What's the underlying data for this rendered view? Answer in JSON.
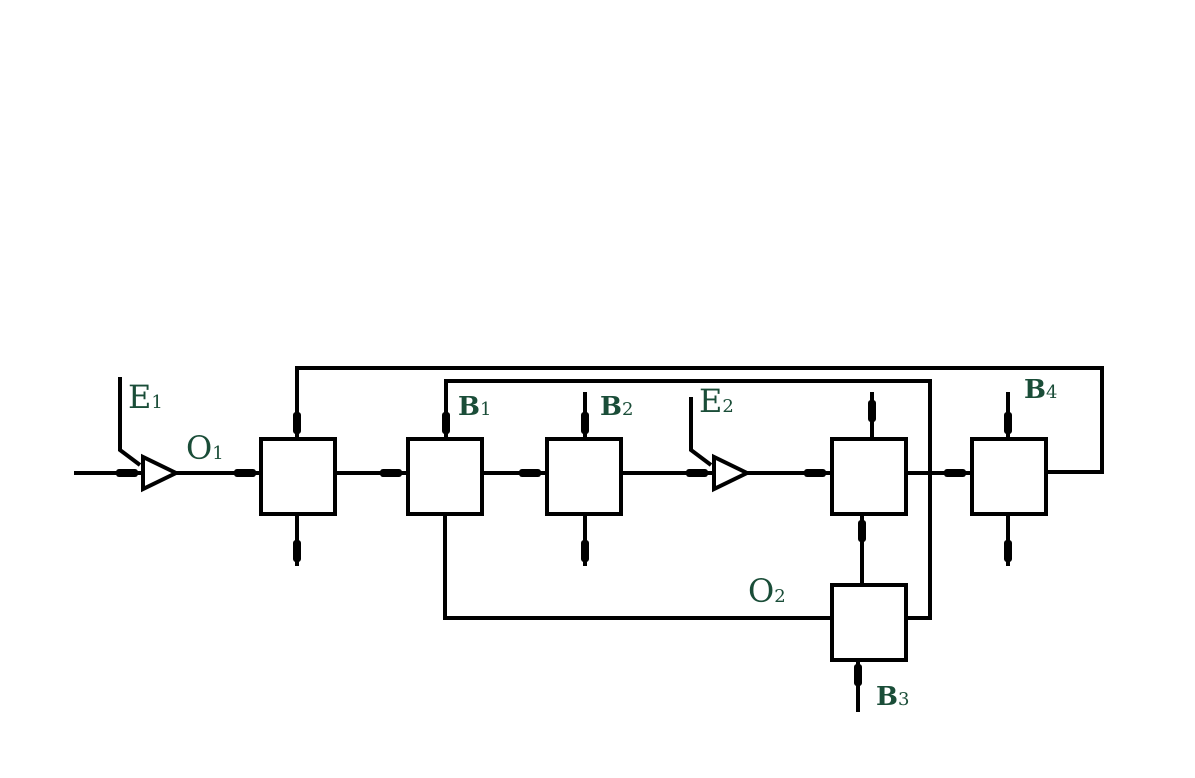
{
  "labels": {
    "e1": {
      "main": "E",
      "sub": "1"
    },
    "e2": {
      "main": "E",
      "sub": "2"
    },
    "o1": {
      "main": "O",
      "sub": "1"
    },
    "o2": {
      "main": "O",
      "sub": "2"
    },
    "b1": {
      "main": "B",
      "sub": "1"
    },
    "b2": {
      "main": "B",
      "sub": "2"
    },
    "b3": {
      "main": "B",
      "sub": "3"
    },
    "b4": {
      "main": "B",
      "sub": "4"
    }
  },
  "colors": {
    "label": "#1a4d38",
    "line": "#000000"
  }
}
